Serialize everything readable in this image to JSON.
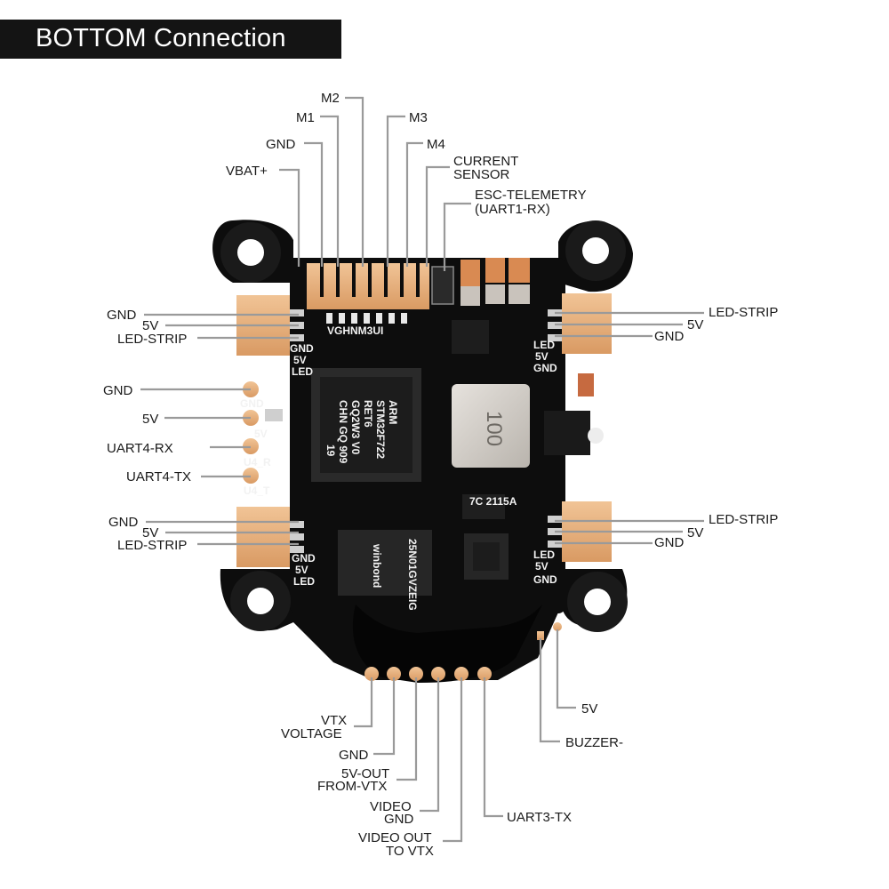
{
  "header": {
    "title": "BOTTOM Connection"
  },
  "labels": {
    "m2": "M2",
    "m1": "M1",
    "m3": "M3",
    "gnd_top": "GND",
    "m4": "M4",
    "vbat": "VBAT+",
    "current_sensor_1": "CURRENT",
    "current_sensor_2": "SENSOR",
    "esc_telemetry_1": "ESC-TELEMETRY",
    "esc_telemetry_2": "(UART1-RX)",
    "left_top": {
      "gnd": "GND",
      "v5": "5V",
      "led": "LED-STRIP"
    },
    "left_pads": {
      "gnd": "GND",
      "v5": "5V",
      "rx": "UART4-RX",
      "tx": "UART4-TX"
    },
    "left_bottom": {
      "gnd": "GND",
      "v5": "5V",
      "led": "LED-STRIP"
    },
    "right_top": {
      "led": "LED-STRIP",
      "v5": "5V",
      "gnd": "GND"
    },
    "right_bottom": {
      "led": "LED-STRIP",
      "v5": "5V",
      "gnd": "GND"
    },
    "bottom": {
      "vtx_voltage_1": "VTX",
      "vtx_voltage_2": "VOLTAGE",
      "gnd": "GND",
      "v5_out_1": "5V-OUT",
      "v5_out_2": "FROM-VTX",
      "video_gnd_1": "VIDEO",
      "video_gnd_2": "GND",
      "video_out_1": "VIDEO OUT",
      "video_out_2": "TO VTX",
      "uart3_tx": "UART3-TX",
      "v5": "5V",
      "buzzer": "BUZZER-"
    }
  },
  "silkscreen": {
    "gnd": "GND",
    "v5": "5V",
    "led": "LED",
    "u4r": "U4_R",
    "u4t": "U4_T",
    "motor_pads": "VGHNM3UI"
  },
  "chips": {
    "mcu_1": "ARM",
    "mcu_2": "STM32F722",
    "mcu_3": "RET6",
    "mcu_4": "GQ2W3 V0",
    "mcu_5": "CHN GQ 909",
    "mcu_6": "19",
    "inductor": "100",
    "flash_1": "winbond",
    "flash_2": "25N01GVZEIG",
    "ic_small": "7C 2115A"
  },
  "colors": {
    "header_bg": "#141414",
    "board": "#0d0d0d",
    "gold": "#e8b27d",
    "leader": "#9a9a9a"
  }
}
